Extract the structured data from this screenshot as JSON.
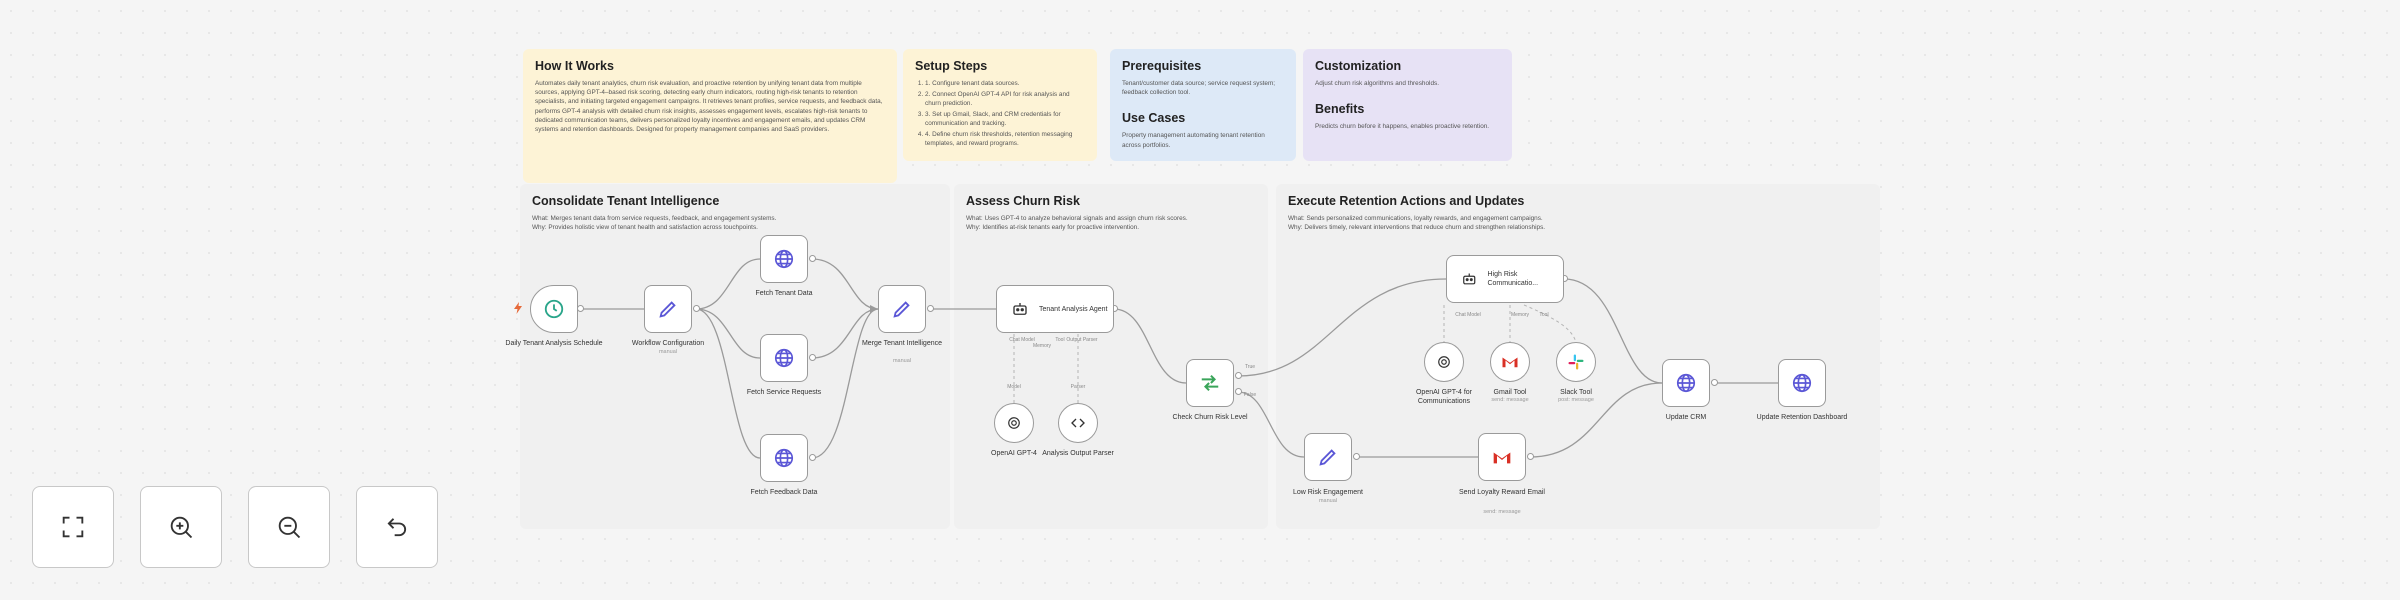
{
  "notes": {
    "how_it_works": {
      "title": "How It Works",
      "body": "Automates daily tenant analytics, churn risk evaluation, and proactive retention by unifying tenant data from multiple sources, applying GPT-4–based risk scoring, detecting early churn indicators, routing high-risk tenants to retention specialists, and initiating targeted engagement campaigns. It retrieves tenant profiles, service requests, and feedback data, performs GPT-4 analysis with detailed churn risk insights, assesses engagement levels, escalates high-risk tenants to dedicated communication teams, delivers personalized loyalty incentives and engagement emails, and updates CRM systems and retention dashboards. Designed for property management companies and SaaS providers."
    },
    "setup_steps": {
      "title": "Setup Steps",
      "items": [
        "1. Configure tenant data sources.",
        "2. Connect OpenAI GPT-4 API for risk analysis and churn prediction.",
        "3. Set up Gmail, Slack, and CRM credentials for communication and tracking.",
        "4. Define churn risk thresholds, retention messaging templates, and reward programs."
      ]
    },
    "prerequisites": {
      "title": "Prerequisites",
      "body": "Tenant/customer data source; service request system; feedback collection tool."
    },
    "use_cases": {
      "title": "Use Cases",
      "body": "Property management automating tenant retention across portfolios."
    },
    "customization": {
      "title": "Customization",
      "body": "Adjust churn risk algorithms and thresholds."
    },
    "benefits": {
      "title": "Benefits",
      "body": "Predicts churn before it happens, enables proactive retention."
    }
  },
  "groups": {
    "consolidate": {
      "title": "Consolidate Tenant Intelligence",
      "line1": "What: Merges tenant data from service requests, feedback, and engagement systems.",
      "line2": "Why: Provides holistic view of tenant health and satisfaction across touchpoints."
    },
    "assess": {
      "title": "Assess Churn Risk",
      "line1": "What: Uses GPT-4 to analyze behavioral signals and assign churn risk scores.",
      "line2": "Why: Identifies at-risk tenants early for proactive intervention."
    },
    "execute": {
      "title": "Execute Retention Actions and Updates",
      "line1": "What: Sends personalized communications, loyalty rewards, and engagement campaigns.",
      "line2": "Why: Delivers timely, relevant interventions that reduce churn and strengthen relationships."
    }
  },
  "nodes": {
    "schedule": {
      "label": "Daily Tenant Analysis Schedule",
      "icon": "clock-icon"
    },
    "workflow_config": {
      "label": "Workflow Configuration",
      "sub": "manual",
      "icon": "pencil-icon"
    },
    "fetch_tenant": {
      "label": "Fetch Tenant Data",
      "icon": "globe-icon"
    },
    "fetch_service": {
      "label": "Fetch Service Requests",
      "icon": "globe-icon"
    },
    "fetch_feedback": {
      "label": "Fetch Feedback Data",
      "icon": "globe-icon"
    },
    "merge": {
      "label": "Merge Tenant Intelligence",
      "sub": "manual",
      "icon": "pencil-icon"
    },
    "agent": {
      "label": "Tenant Analysis Agent",
      "icon": "robot-icon"
    },
    "openai_model": {
      "label": "OpenAI GPT-4",
      "icon": "openai-icon"
    },
    "output_parser": {
      "label": "Analysis Output Parser",
      "icon": "code-icon"
    },
    "check_churn": {
      "label": "Check Churn Risk Level",
      "icon": "switch-icon"
    },
    "high_risk": {
      "label": "High Risk Communicatio...",
      "icon": "robot-icon"
    },
    "openai_comms": {
      "label": "OpenAI GPT-4 for Communications",
      "icon": "openai-icon"
    },
    "gmail_tool": {
      "label": "Gmail Tool",
      "sub": "send: message",
      "icon": "gmail-icon"
    },
    "slack_tool": {
      "label": "Slack Tool",
      "sub": "post: message",
      "icon": "slack-icon"
    },
    "low_risk": {
      "label": "Low Risk Engagement",
      "sub": "manual",
      "icon": "pencil-icon"
    },
    "loyalty_email": {
      "label": "Send Loyalty Reward Email",
      "sub": "send: message",
      "icon": "gmail-icon"
    },
    "update_crm": {
      "label": "Update CRM",
      "icon": "globe-icon"
    },
    "update_dashboard": {
      "label": "Update Retention Dashboard",
      "icon": "globe-icon"
    }
  },
  "ports": {
    "chat_model": "Chat Model",
    "memory": "Memory",
    "tool": "Tool",
    "output_parser": "Output Parser",
    "model": "Model",
    "parser": "Parser",
    "chat_model2": "Chat Model",
    "memory2": "Memory",
    "tool2": "Tool",
    "true_out": "True",
    "false_out": "False"
  },
  "controls": {
    "fit": "fit-view-icon",
    "zoom_in": "zoom-in-icon",
    "zoom_out": "zoom-out-icon",
    "reset": "reset-icon"
  },
  "colors": {
    "sticky_yellow": "#fdf3d6",
    "sticky_blue": "#dde9f7",
    "sticky_purple": "#e7e2f5",
    "group_gray": "#f0f0f0",
    "accent_indigo": "#5b57d6",
    "schedule_teal": "#2aa58a",
    "switch_green": "#3aa55a",
    "trigger_orange": "#e66a3a"
  }
}
